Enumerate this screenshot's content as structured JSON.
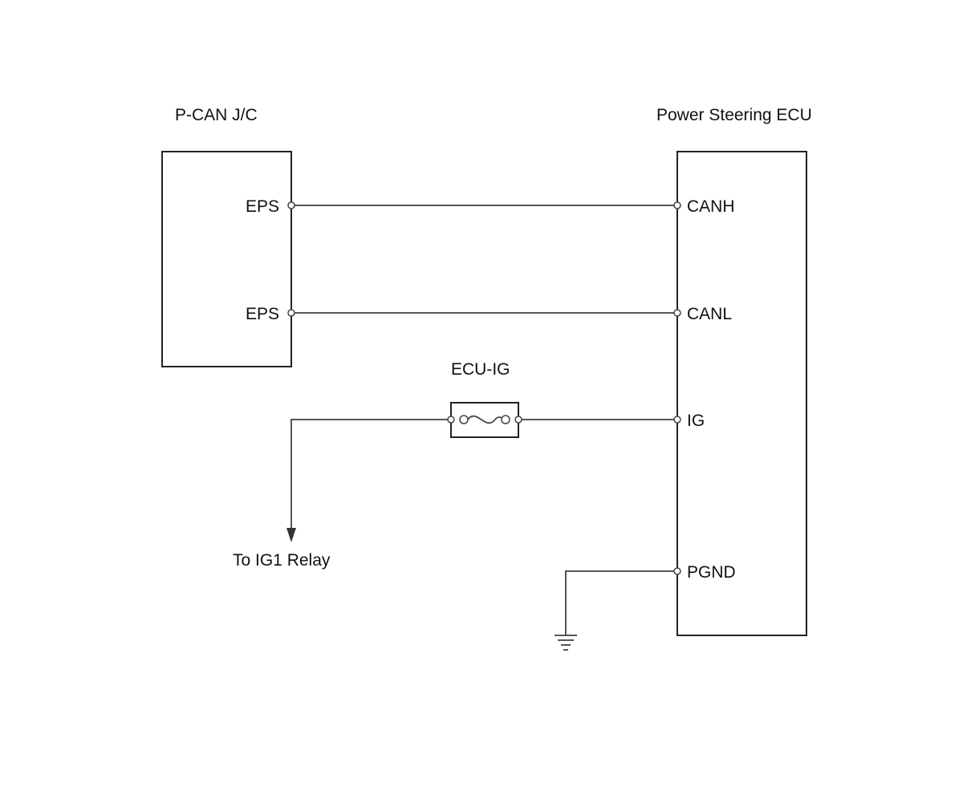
{
  "components": {
    "junction": {
      "label": "P-CAN J/C",
      "pins": [
        "EPS",
        "EPS"
      ]
    },
    "ecu": {
      "label": "Power Steering ECU",
      "pins": [
        "CANH",
        "CANL",
        "IG",
        "PGND"
      ]
    },
    "fuse": {
      "label": "ECU-IG"
    },
    "relay": {
      "label": "To IG1 Relay"
    }
  },
  "colors": {
    "line": "#555555",
    "box": "#222222",
    "text": "#111111"
  }
}
